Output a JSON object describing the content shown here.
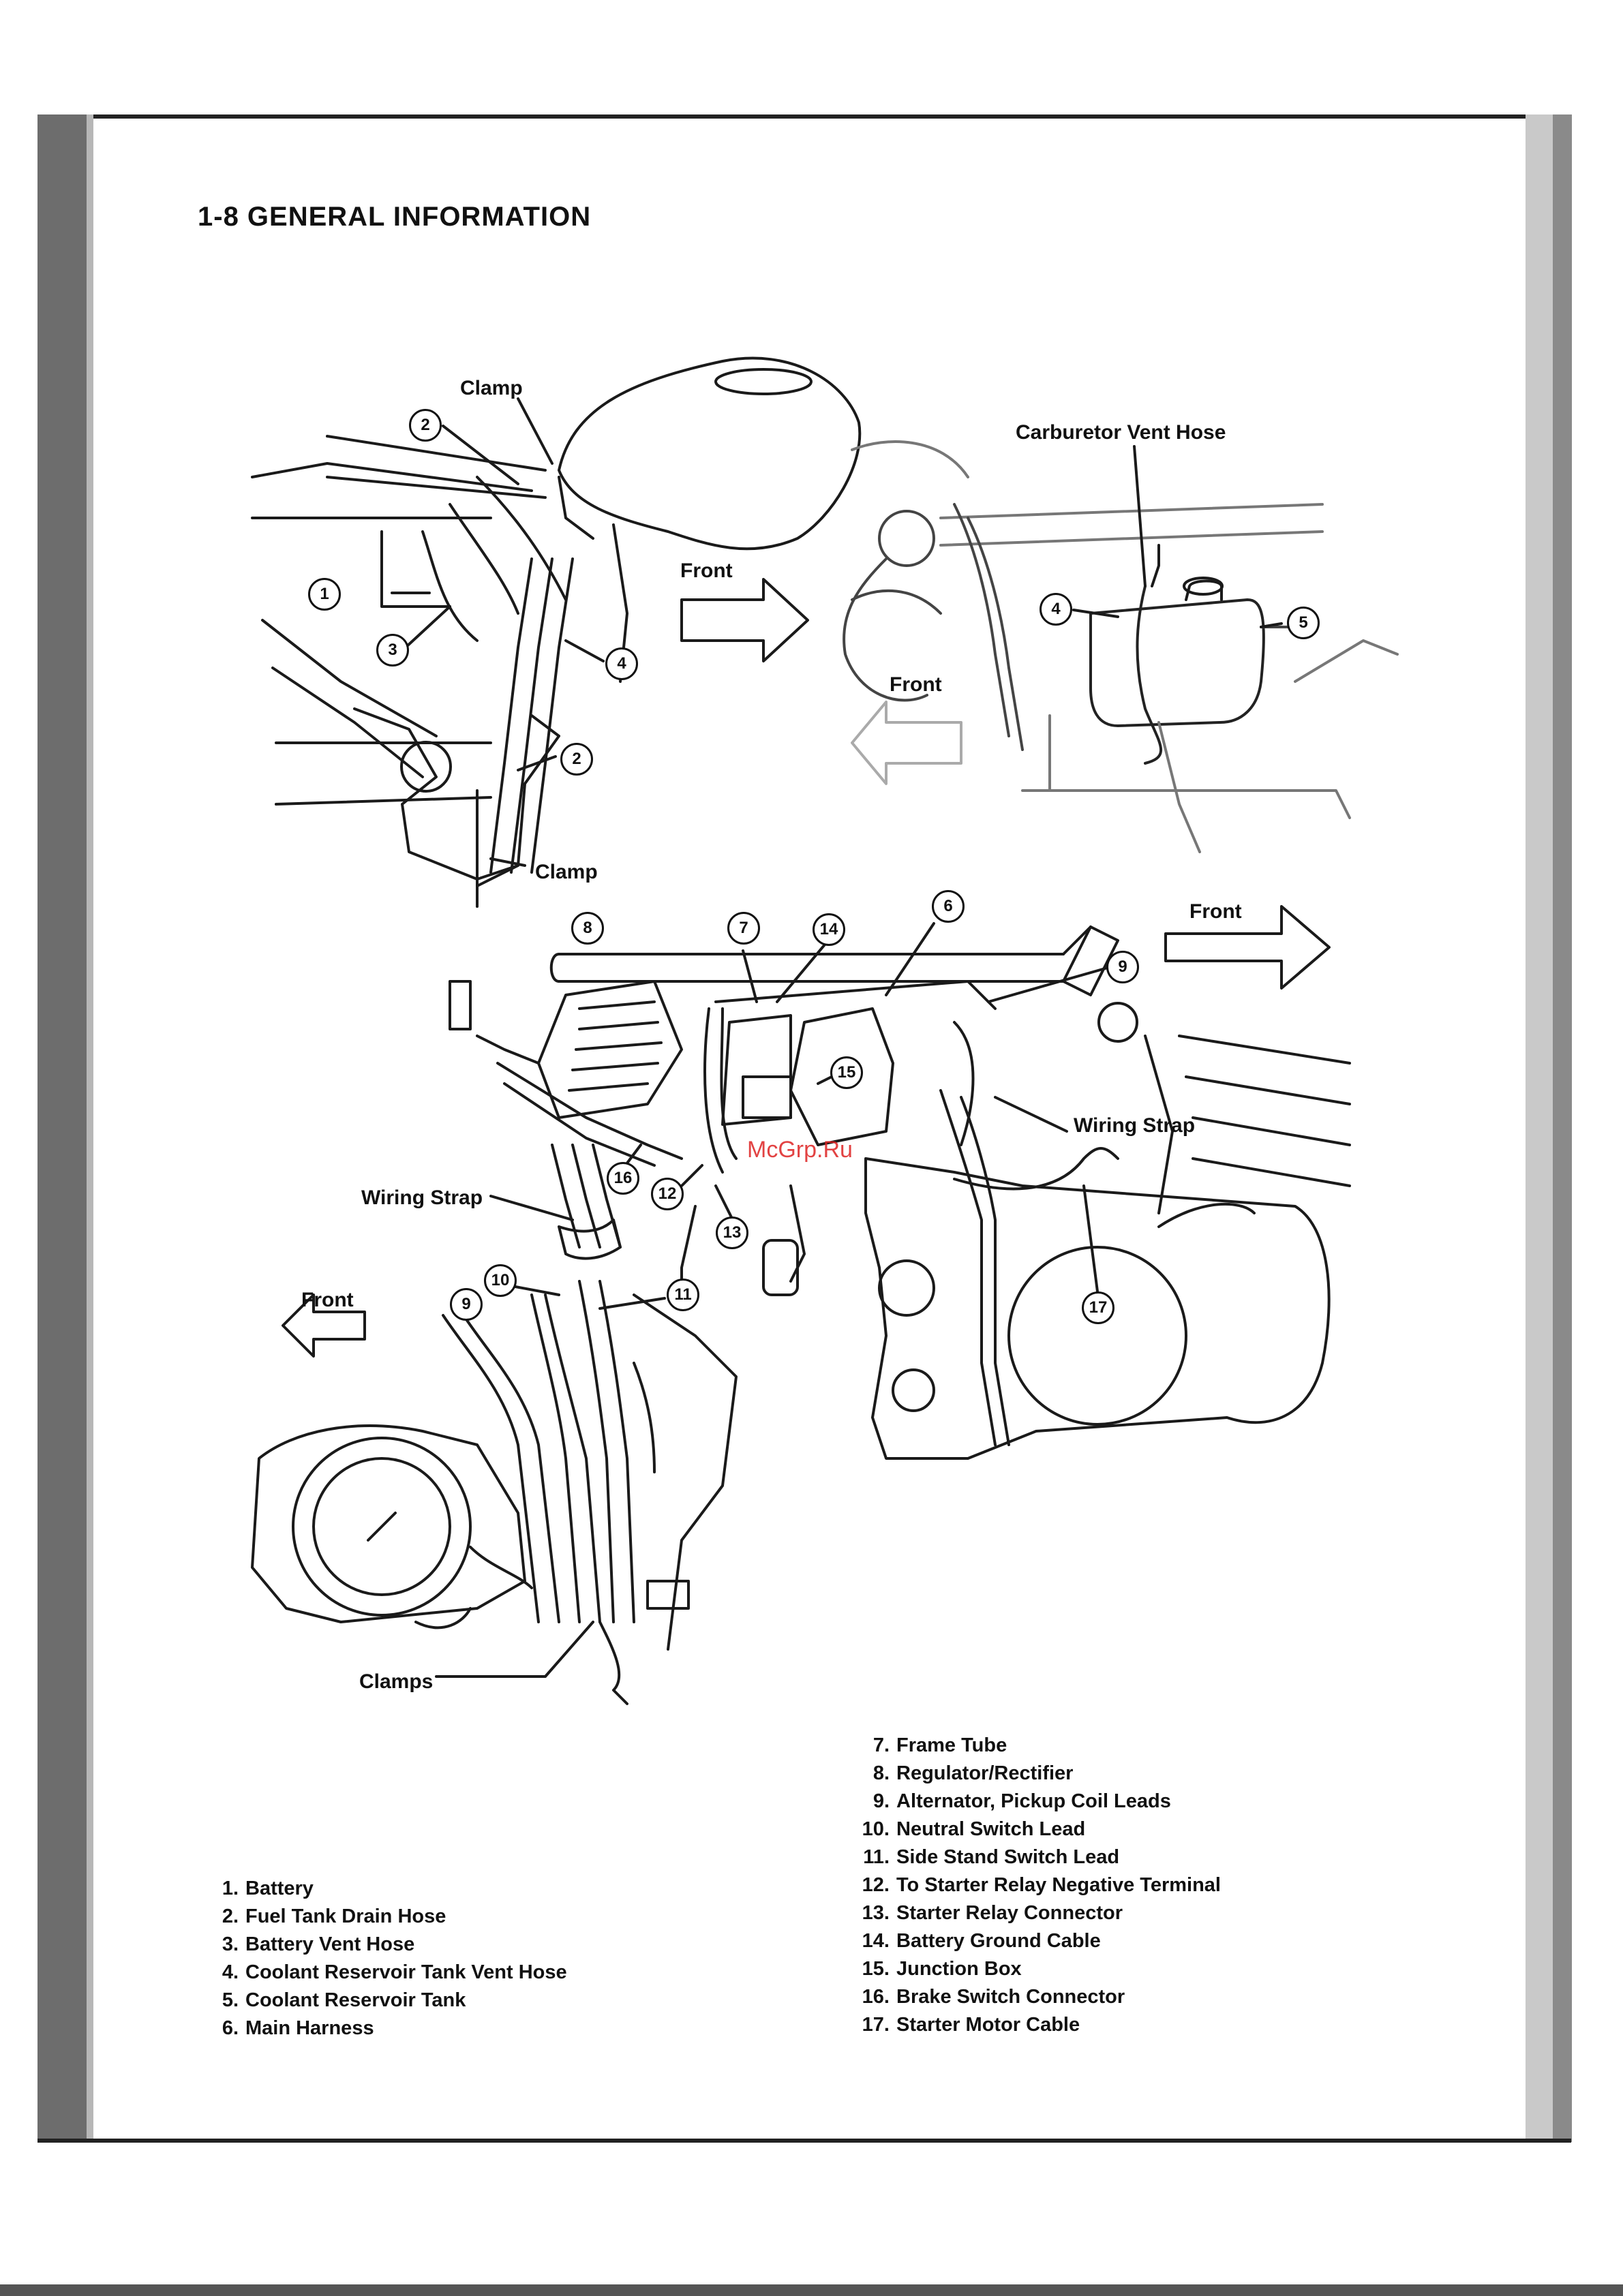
{
  "page": {
    "heading": "1-8 GENERAL INFORMATION",
    "watermark": "McGrp.Ru"
  },
  "figure": {
    "labels": {
      "clamp_top": "Clamp",
      "carb_vent_hose": "Carburetor Vent Hose",
      "front_1": "Front",
      "front_2": "Front",
      "clamp_bottom": "Clamp",
      "front_3": "Front",
      "wiring_strap_right": "Wiring Strap",
      "wiring_strap_left": "Wiring Strap",
      "front_4": "Front",
      "clamps": "Clamps"
    },
    "callouts": {
      "c1": "1",
      "c2a": "2",
      "c2b": "2",
      "c3": "3",
      "c4a": "4",
      "c4b": "4",
      "c5": "5",
      "c6": "6",
      "c7": "7",
      "c8": "8",
      "c9a": "9",
      "c9b": "9",
      "c10": "10",
      "c11": "11",
      "c12": "12",
      "c13": "13",
      "c14": "14",
      "c15": "15",
      "c16": "16",
      "c17": "17"
    }
  },
  "legend_left": [
    {
      "num": "1.",
      "text": "Battery"
    },
    {
      "num": "2.",
      "text": "Fuel Tank Drain Hose"
    },
    {
      "num": "3.",
      "text": "Battery Vent Hose"
    },
    {
      "num": "4.",
      "text": "Coolant Reservoir Tank Vent Hose"
    },
    {
      "num": "5.",
      "text": "Coolant Reservoir Tank"
    },
    {
      "num": "6.",
      "text": "Main Harness"
    }
  ],
  "legend_right": [
    {
      "num": "7.",
      "text": "Frame Tube"
    },
    {
      "num": "8.",
      "text": "Regulator/Rectifier"
    },
    {
      "num": "9.",
      "text": "Alternator, Pickup Coil Leads"
    },
    {
      "num": "10.",
      "text": "Neutral Switch Lead"
    },
    {
      "num": "11.",
      "text": "Side Stand Switch Lead"
    },
    {
      "num": "12.",
      "text": "To Starter Relay Negative Terminal"
    },
    {
      "num": "13.",
      "text": "Starter Relay Connector"
    },
    {
      "num": "14.",
      "text": "Battery Ground Cable"
    },
    {
      "num": "15.",
      "text": "Junction Box"
    },
    {
      "num": "16.",
      "text": "Brake Switch Connector"
    },
    {
      "num": "17.",
      "text": "Starter Motor Cable"
    }
  ]
}
